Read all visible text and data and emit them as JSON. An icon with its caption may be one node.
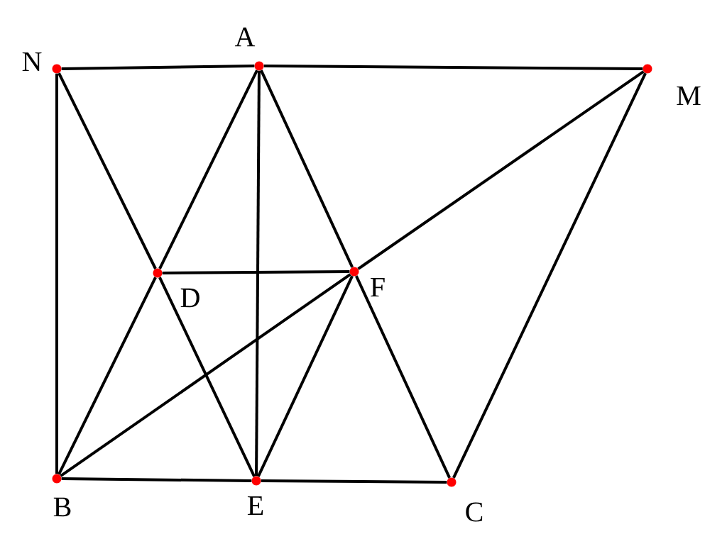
{
  "diagram": {
    "nodes": [
      {
        "text": [],
        "shape": "circle",
        "beside": [
          "N"
        ]
      },
      {
        "text": [],
        "shape": "circle",
        "beside": [
          "A"
        ]
      },
      {
        "text": [],
        "shape": "circle",
        "beside": [
          "M"
        ]
      },
      {
        "text": [],
        "shape": "circle",
        "beside": [
          "D"
        ]
      },
      {
        "text": [],
        "shape": "circle",
        "beside": [
          "F"
        ]
      },
      {
        "text": [],
        "shape": "circle",
        "beside": [
          "B"
        ]
      },
      {
        "text": [],
        "shape": "circle",
        "beside": [
          "E"
        ]
      },
      {
        "text": [],
        "shape": "circle",
        "beside": [
          "C"
        ]
      }
    ],
    "edges": [
      {
        "from": 0,
        "to": 1,
        "arrow": "none"
      },
      {
        "from": 1,
        "to": 2,
        "arrow": "none"
      },
      {
        "from": 0,
        "to": 5,
        "arrow": "none"
      },
      {
        "from": 0,
        "to": 3,
        "arrow": "none"
      },
      {
        "from": 3,
        "to": 6,
        "arrow": "none"
      },
      {
        "from": 1,
        "to": 3,
        "arrow": "none"
      },
      {
        "from": 3,
        "to": 5,
        "arrow": "none"
      },
      {
        "from": 1,
        "to": 6,
        "arrow": "none"
      },
      {
        "from": 1,
        "to": 4,
        "arrow": "none"
      },
      {
        "from": 4,
        "to": 7,
        "arrow": "none"
      },
      {
        "from": 3,
        "to": 4,
        "arrow": "none"
      },
      {
        "from": 2,
        "to": 4,
        "arrow": "none"
      },
      {
        "from": 4,
        "to": 5,
        "arrow": "none"
      },
      {
        "from": 4,
        "to": 6,
        "arrow": "none"
      },
      {
        "from": 2,
        "to": 7,
        "arrow": "none"
      },
      {
        "from": 5,
        "to": 6,
        "arrow": "none"
      },
      {
        "from": 6,
        "to": 7,
        "arrow": "none"
      }
    ]
  }
}
